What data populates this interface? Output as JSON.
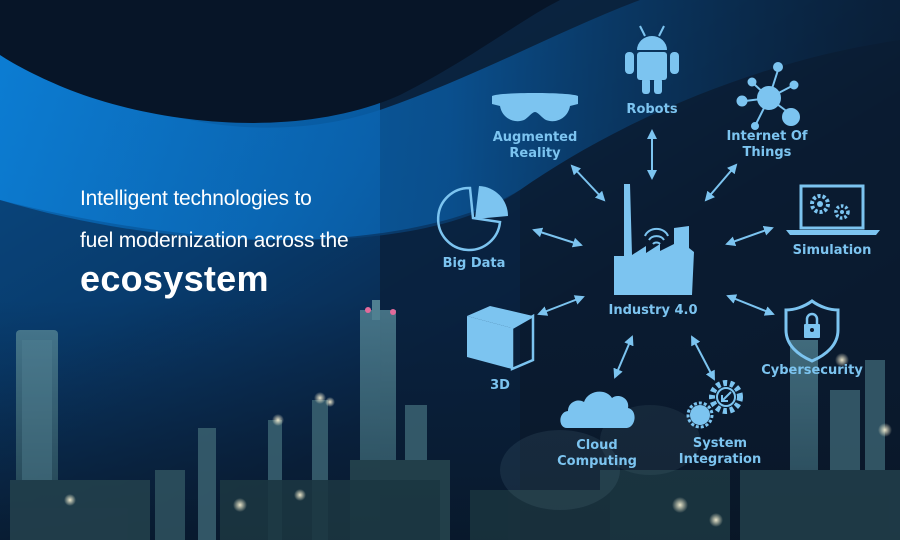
{
  "headline": {
    "line1": "Intelligent technologies to",
    "line2": "fuel modernization across the",
    "line3": "ecosystem"
  },
  "diagram": {
    "center": {
      "label": "Industry 4.0",
      "icon": "factory-icon"
    },
    "nodes": [
      {
        "id": "robots",
        "label": "Robots",
        "icon": "android-robot-icon"
      },
      {
        "id": "augmented-reality",
        "label_line1": "Augmented",
        "label_line2": "Reality",
        "icon": "vr-headset-icon"
      },
      {
        "id": "iot",
        "label_line1": "Internet Of",
        "label_line2": "Things",
        "icon": "network-nodes-icon"
      },
      {
        "id": "big-data",
        "label": "Big Data",
        "icon": "pie-chart-icon"
      },
      {
        "id": "simulation",
        "label": "Simulation",
        "icon": "laptop-gears-icon"
      },
      {
        "id": "3d",
        "label": "3D",
        "icon": "cube-icon"
      },
      {
        "id": "cybersecurity",
        "label": "Cybersecurity",
        "icon": "shield-lock-icon"
      },
      {
        "id": "cloud-computing",
        "label_line1": "Cloud",
        "label_line2": "Computing",
        "icon": "cloud-icon"
      },
      {
        "id": "system-integration",
        "label_line1": "System",
        "label_line2": "Integration",
        "icon": "gears-arrow-icon"
      }
    ]
  },
  "colors": {
    "accent": "#7cc4f0",
    "background_dark": "#0b1a2e",
    "wave_blue": "#0a6fc2",
    "headline_text": "#ffffff"
  }
}
